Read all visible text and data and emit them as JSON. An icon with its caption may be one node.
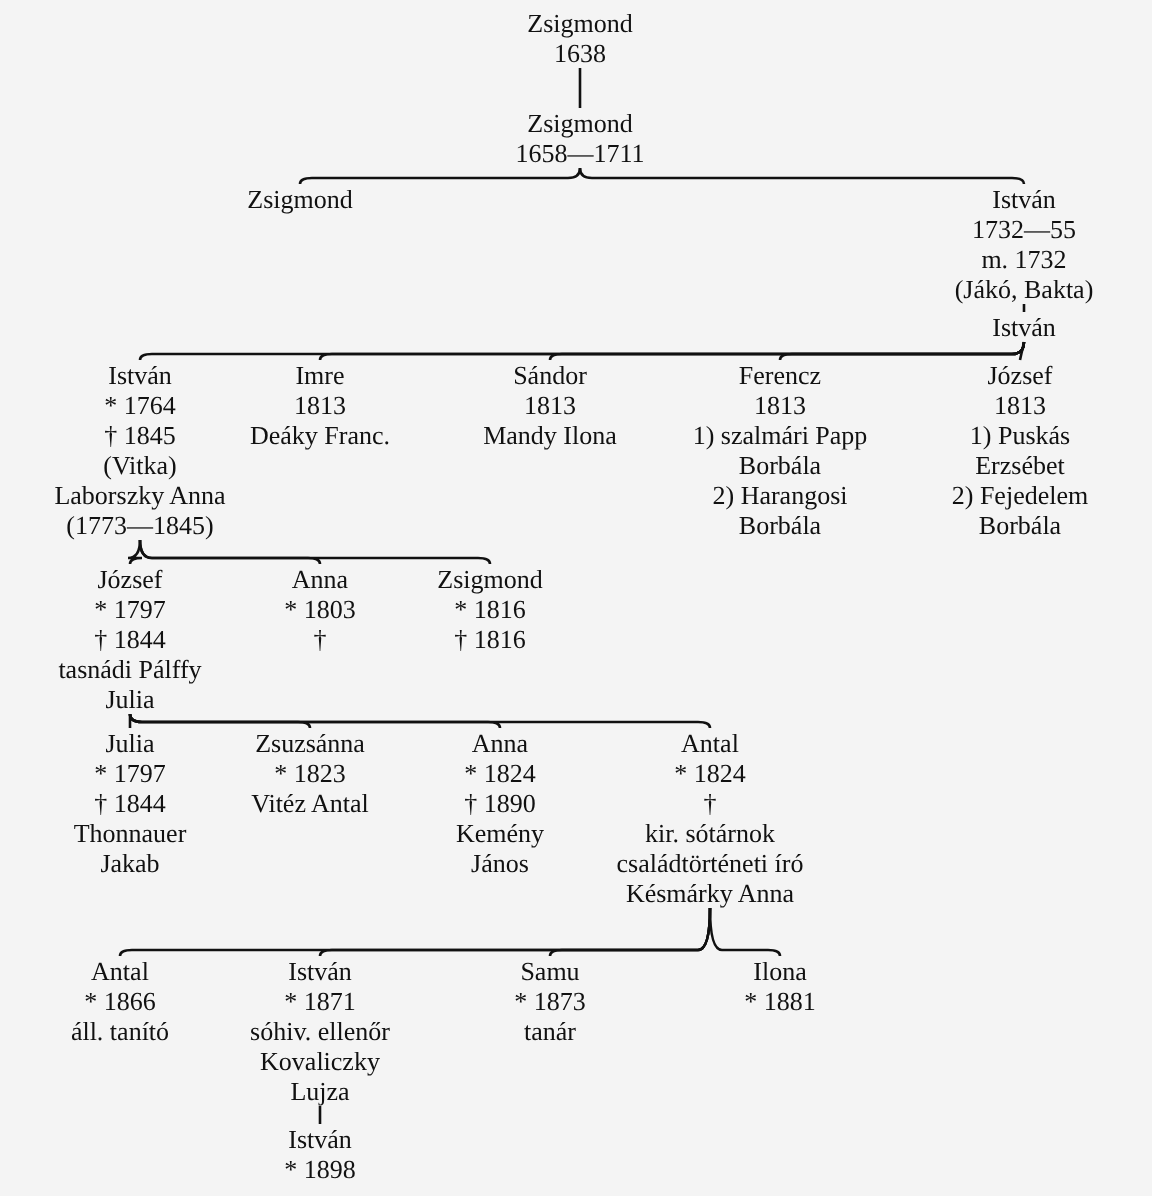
{
  "diagram": {
    "nodes": [
      {
        "text": [
          "Zsigmond",
          "1638"
        ]
      },
      {
        "text": [
          "Zsigmond",
          "1658—1711"
        ]
      },
      {
        "text": [
          "Zsigmond"
        ]
      },
      {
        "text": [
          "István",
          "1732—55",
          "m. 1732",
          "(Jákó, Bakta)"
        ]
      },
      {
        "text": [
          "István"
        ]
      },
      {
        "text": [
          "István",
          "* 1764",
          "† 1845",
          "(Vitka)",
          "Laborszky Anna",
          "(1773—1845)"
        ]
      },
      {
        "text": [
          "Imre",
          "1813",
          "Deáky Franc."
        ]
      },
      {
        "text": [
          "Sándor",
          "1813",
          "Mandy Ilona"
        ]
      },
      {
        "text": [
          "Ferencz",
          "1813",
          "1) szalmári Papp Borbála",
          "2) Harangosi Borbála"
        ]
      },
      {
        "text": [
          "József",
          "1813",
          "1) Puskás Erzsébet",
          "2) Fejedelem Borbála"
        ]
      },
      {
        "text": [
          "József",
          "* 1797",
          "† 1844",
          "tasnádi Pálffy Julia"
        ]
      },
      {
        "text": [
          "Anna",
          "* 1803",
          "†"
        ]
      },
      {
        "text": [
          "Zsigmond",
          "* 1816",
          "† 1816"
        ]
      },
      {
        "text": [
          "Julia",
          "* 1797",
          "† 1844",
          "Thonnauer Jakab"
        ]
      },
      {
        "text": [
          "Zsuzsánna",
          "* 1823",
          "Vitéz Antal"
        ]
      },
      {
        "text": [
          "Anna",
          "* 1824",
          "† 1890",
          "Kemény János"
        ]
      },
      {
        "text": [
          "Antal",
          "* 1824",
          "†",
          "kir. sótárnok",
          "családtörténeti író",
          "Késmárky Anna"
        ]
      },
      {
        "text": [
          "Antal",
          "* 1866",
          "áll. tanító"
        ]
      },
      {
        "text": [
          "István",
          "* 1871",
          "sóhiv. ellenőr",
          "Kovaliczky Lujza"
        ]
      },
      {
        "text": [
          "Samu",
          "* 1873",
          "tanár"
        ]
      },
      {
        "text": [
          "Ilona",
          "* 1881"
        ]
      },
      {
        "text": [
          "István",
          "* 1898"
        ]
      }
    ],
    "edges": [
      {
        "from": 0,
        "to": 1,
        "arrow": "none"
      },
      {
        "from": 1,
        "to": 2,
        "arrow": "none"
      },
      {
        "from": 1,
        "to": 3,
        "arrow": "none"
      },
      {
        "from": 3,
        "to": 4,
        "arrow": "none"
      },
      {
        "from": 4,
        "to": 5,
        "arrow": "none"
      },
      {
        "from": 4,
        "to": 6,
        "arrow": "none"
      },
      {
        "from": 4,
        "to": 7,
        "arrow": "none"
      },
      {
        "from": 4,
        "to": 8,
        "arrow": "none"
      },
      {
        "from": 4,
        "to": 9,
        "arrow": "none"
      },
      {
        "from": 5,
        "to": 10,
        "arrow": "none"
      },
      {
        "from": 5,
        "to": 11,
        "arrow": "none"
      },
      {
        "from": 5,
        "to": 12,
        "arrow": "none"
      },
      {
        "from": 10,
        "to": 13,
        "arrow": "none"
      },
      {
        "from": 10,
        "to": 14,
        "arrow": "none"
      },
      {
        "from": 10,
        "to": 15,
        "arrow": "none"
      },
      {
        "from": 10,
        "to": 16,
        "arrow": "none"
      },
      {
        "from": 16,
        "to": 17,
        "arrow": "none"
      },
      {
        "from": 16,
        "to": 18,
        "arrow": "none"
      },
      {
        "from": 16,
        "to": 19,
        "arrow": "none"
      },
      {
        "from": 16,
        "to": 20,
        "arrow": "none"
      },
      {
        "from": 18,
        "to": 21,
        "arrow": "none"
      }
    ]
  }
}
